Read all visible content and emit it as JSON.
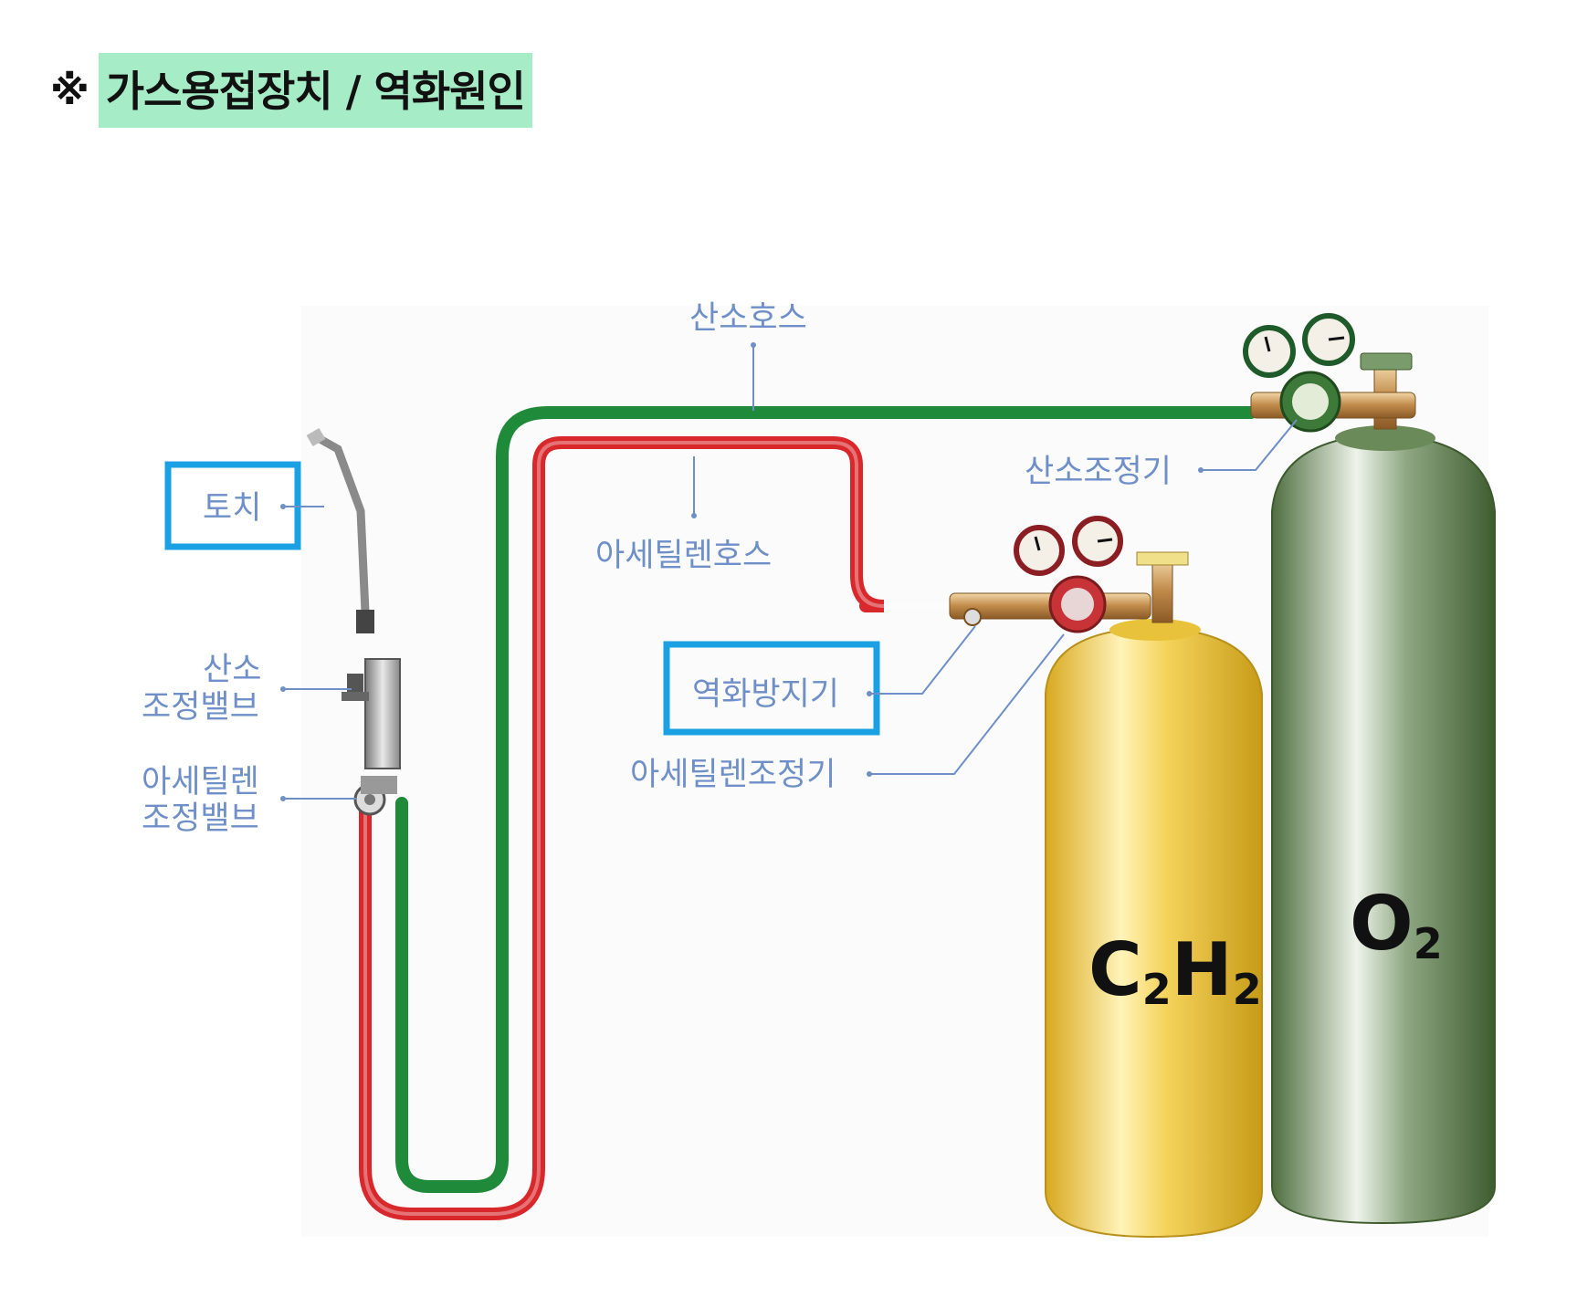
{
  "title": {
    "mark": "※",
    "text": "가스용접장치 / 역화원인"
  },
  "labels": {
    "oxygen_hose": "산소호스",
    "oxygen_regulator": "산소조정기",
    "torch": "토치",
    "acetylene_hose": "아세틸렌호스",
    "oxygen_valve_line1": "산소",
    "oxygen_valve_line2": "조정밸브",
    "flashback_arrestor": "역화방지기",
    "acetylene_valve_line1": "아세틸렌",
    "acetylene_valve_line2": "조정밸브",
    "acetylene_regulator": "아세틸렌조정기"
  },
  "cylinders": {
    "acetylene": {
      "symbol": "C",
      "sub1": "2",
      "symbol2": "H",
      "sub2": "2",
      "color": "#e8c23a"
    },
    "oxygen": {
      "symbol": "O",
      "sub": "2",
      "color": "#5f7f4e"
    }
  },
  "colors": {
    "oxygen_hose": "#1f8a3a",
    "acetylene_hose": "#d8282b",
    "label_text": "#6e8fc7",
    "highlight_box": "#1aa1e3",
    "title_highlight": "#a6ecc6"
  },
  "highlighted": [
    "토치",
    "역화방지기"
  ]
}
